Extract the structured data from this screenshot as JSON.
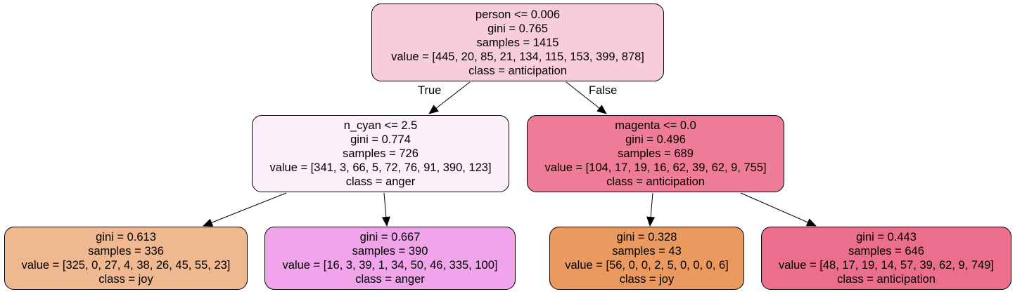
{
  "tree": {
    "nodes": [
      {
        "id": "root",
        "fill": "#f8cddb",
        "lines": [
          "person <= 0.006",
          "gini = 0.765",
          "samples = 1415",
          "value = [445, 20, 85, 21, 134, 115, 153, 399, 878]",
          "class = anticipation"
        ]
      },
      {
        "id": "left",
        "fill": "#fdf0fa",
        "lines": [
          "n_cyan <= 2.5",
          "gini = 0.774",
          "samples = 726",
          "value = [341, 3, 66, 5, 72, 76, 91, 390, 123]",
          "class = anger"
        ]
      },
      {
        "id": "right",
        "fill": "#ee7b98",
        "lines": [
          "magenta <= 0.0",
          "gini = 0.496",
          "samples = 689",
          "value = [104, 17, 19, 16, 62, 39, 62, 9, 755]",
          "class = anticipation"
        ]
      },
      {
        "id": "left-left",
        "fill": "#f0b891",
        "lines": [
          "gini = 0.613",
          "samples = 336",
          "value = [325, 0, 27, 4, 38, 26, 45, 55, 23]",
          "class = joy"
        ]
      },
      {
        "id": "left-right",
        "fill": "#f0a4ea",
        "lines": [
          "gini = 0.667",
          "samples = 390",
          "value = [16, 3, 39, 1, 34, 50, 46, 335, 100]",
          "class = anger"
        ]
      },
      {
        "id": "right-left",
        "fill": "#ea9a5f",
        "lines": [
          "gini = 0.328",
          "samples = 43",
          "value = [56, 0, 0, 2, 5, 0, 0, 0, 6]",
          "class = joy"
        ]
      },
      {
        "id": "right-right",
        "fill": "#eb6f8d",
        "lines": [
          "gini = 0.443",
          "samples = 646",
          "value = [48, 17, 19, 14, 57, 39, 62, 9, 749]",
          "class = anticipation"
        ]
      }
    ],
    "edge_labels": {
      "true": "True",
      "false": "False"
    }
  }
}
